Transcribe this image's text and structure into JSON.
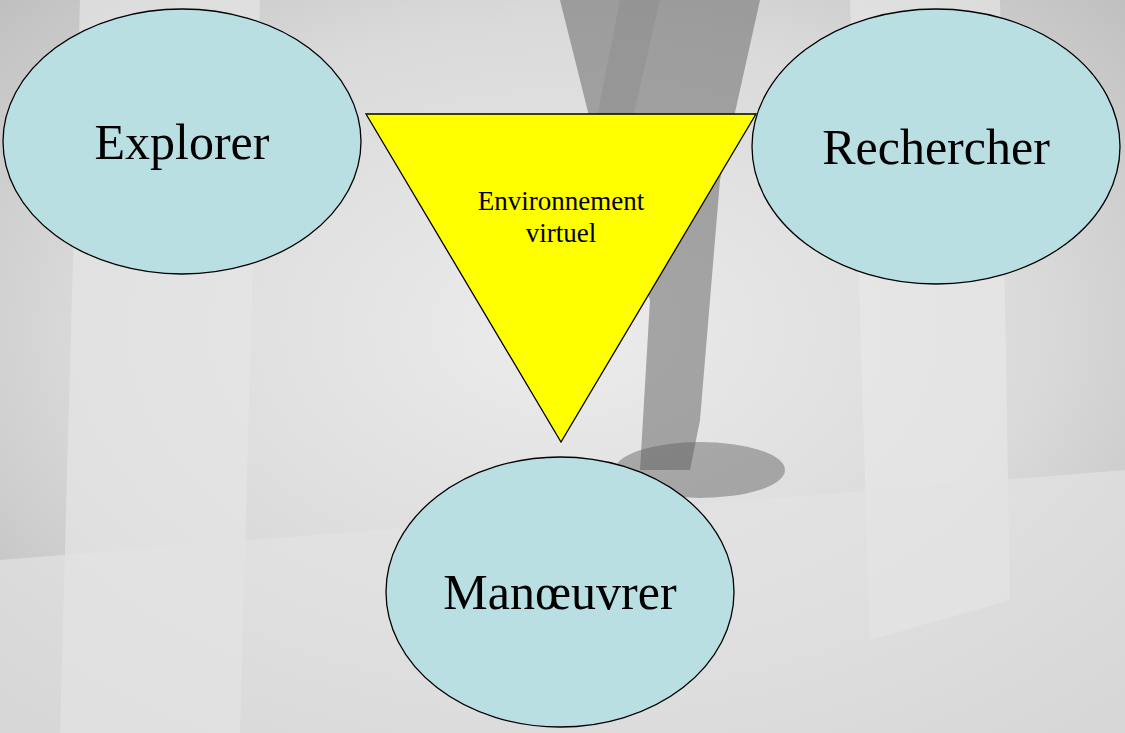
{
  "diagram": {
    "nodes": [
      {
        "text": [
          "Explorer"
        ]
      },
      {
        "text": [
          "Environnement virtuel"
        ]
      },
      {
        "text": [
          "Rechercher"
        ]
      },
      {
        "text": [
          "Manœuvrer"
        ]
      }
    ]
  }
}
